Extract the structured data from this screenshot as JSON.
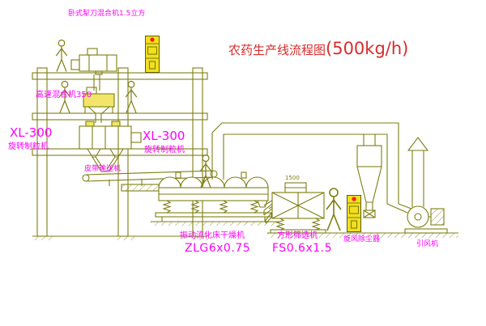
{
  "title": {
    "prefix": "农药生产线流程图",
    "capacity": "(500kg/h)"
  },
  "labels": {
    "top_mixer": "卧式犁刀混合机1.5立方",
    "high_speed_mixer": "高速混合机350",
    "left_granulator_model": "XL-300",
    "left_granulator_name": "旋转制粒机",
    "mid_granulator_model": "XL-300",
    "mid_granulator_name": "旋转制粒机",
    "belt_conveyor": "皮带输送机",
    "dryer_name": "振动流化床干燥机",
    "dryer_model": "ZLG6x0.75",
    "sifter_name": "方形筛选机",
    "sifter_model": "FS0.6x1.5",
    "cyclone": "旋风除尘器",
    "fan": "引风机",
    "sifter_dim": "1500"
  },
  "colors": {
    "line": "#7e7e12",
    "label": "#ff00ff",
    "title": "#d92b2b",
    "cabinet": "#f2df1f",
    "dot": "#ff1a1a",
    "machine_fill": "#f2e569"
  }
}
